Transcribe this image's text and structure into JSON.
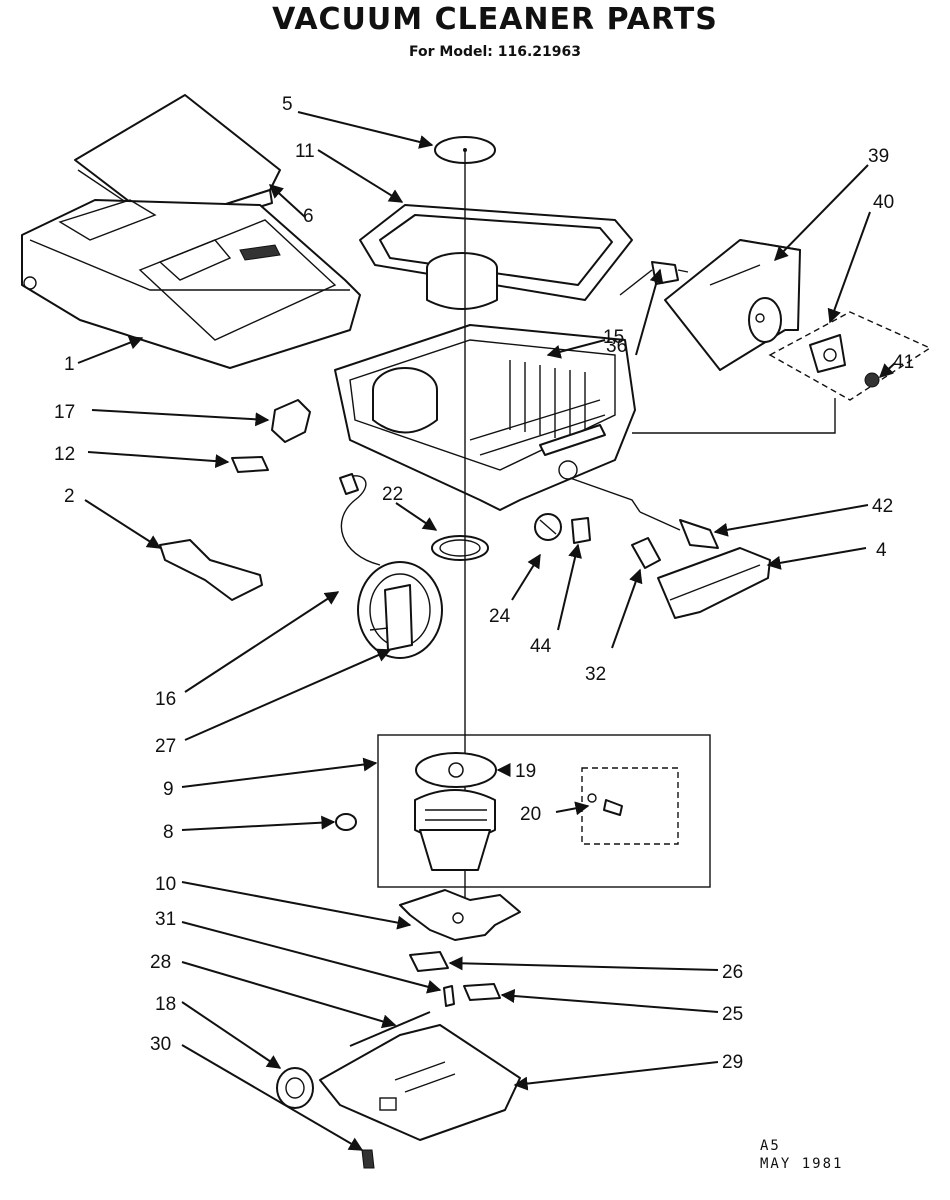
{
  "title": "VACUUM CLEANER PARTS",
  "subtitle": "For Model: 116.21963",
  "stamp": {
    "code": "A5",
    "date": "MAY 1981"
  },
  "callouts": [
    "1",
    "2",
    "4",
    "5",
    "6",
    "8",
    "9",
    "10",
    "11",
    "12",
    "15",
    "16",
    "17",
    "18",
    "19",
    "20",
    "22",
    "24",
    "25",
    "26",
    "27",
    "28",
    "29",
    "30",
    "31",
    "32",
    "36",
    "39",
    "40",
    "41",
    "42",
    "44"
  ]
}
